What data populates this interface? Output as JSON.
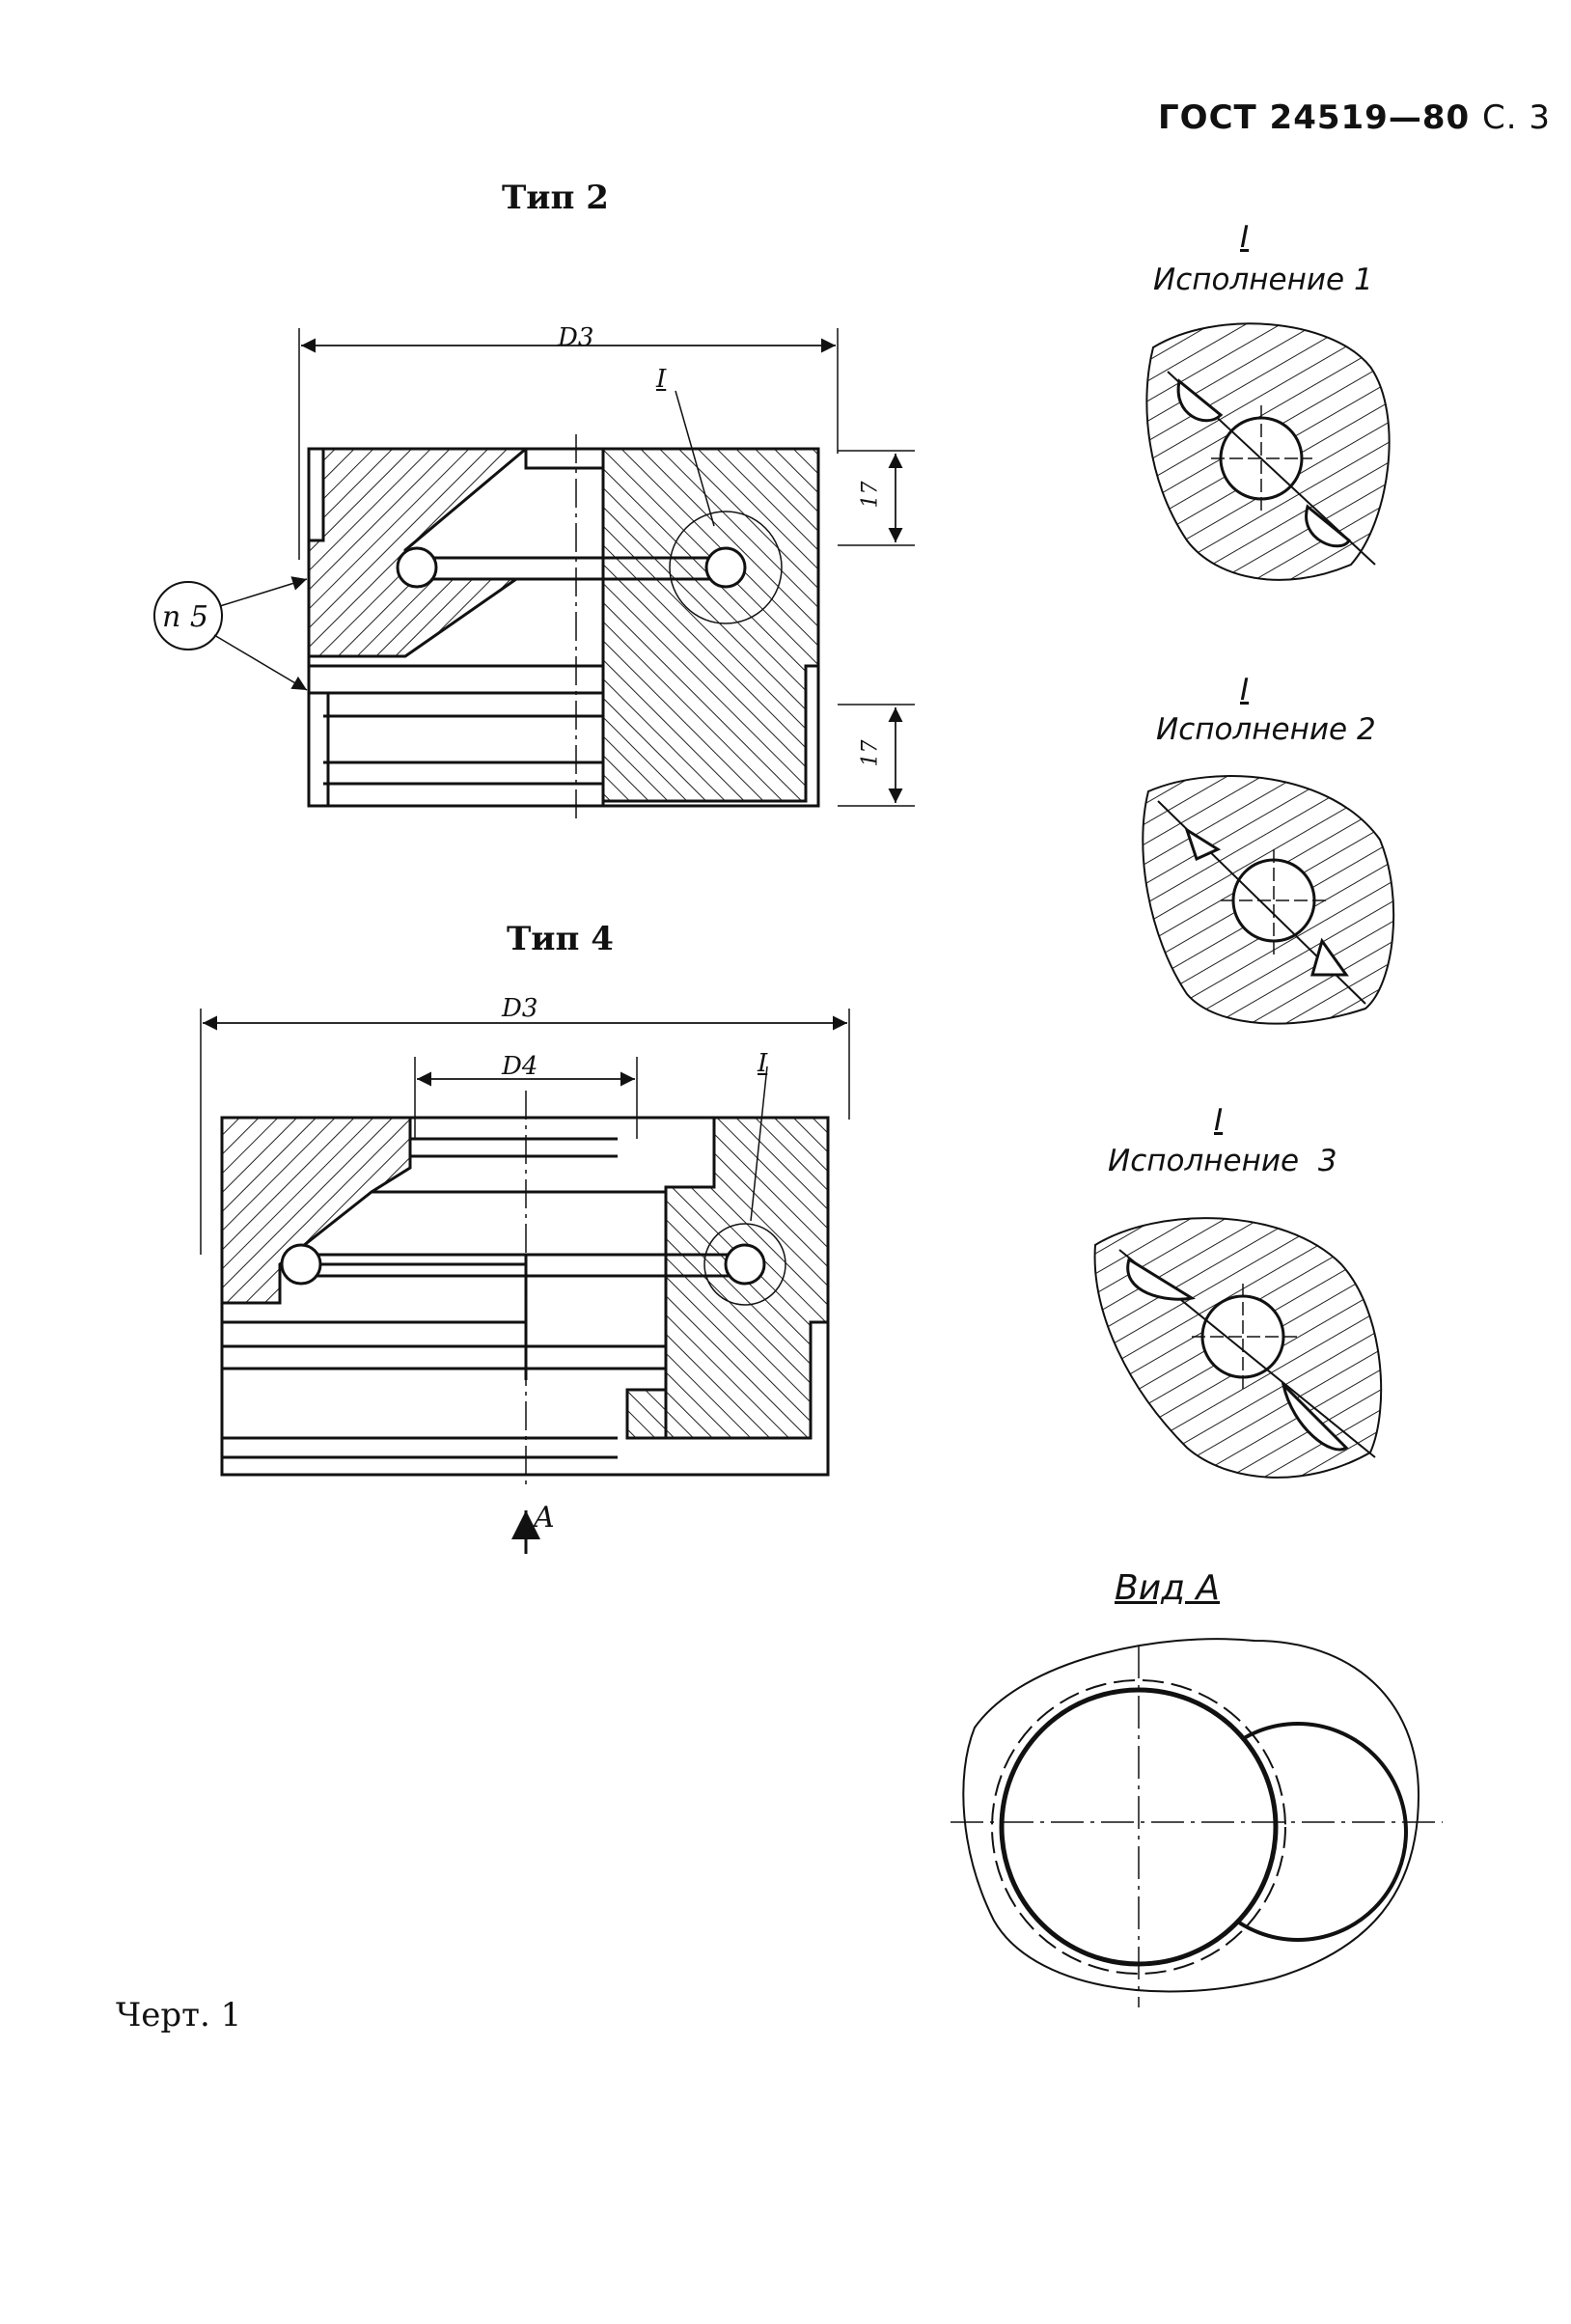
{
  "header": {
    "standard": "ГОСТ 24519—80",
    "page": "С. 3"
  },
  "views": {
    "type2": {
      "title": "Тип 2",
      "dim_d3": "D3",
      "dim_17_top": "17",
      "dim_17_bottom": "17",
      "detail_ref": "I",
      "note_ref": "п 5"
    },
    "type4": {
      "title": "Тип 4",
      "dim_d3": "D3",
      "dim_d4": "D4",
      "detail_ref": "I",
      "view_arrow": "A"
    }
  },
  "details": [
    {
      "ref": "I",
      "label": "Исполнение 1"
    },
    {
      "ref": "I",
      "label": "Исполнение 2"
    },
    {
      "ref": "I",
      "label": "Исполнение  3"
    }
  ],
  "view_a": {
    "label": "Вид А"
  },
  "footer": {
    "caption": "Черт. 1"
  }
}
